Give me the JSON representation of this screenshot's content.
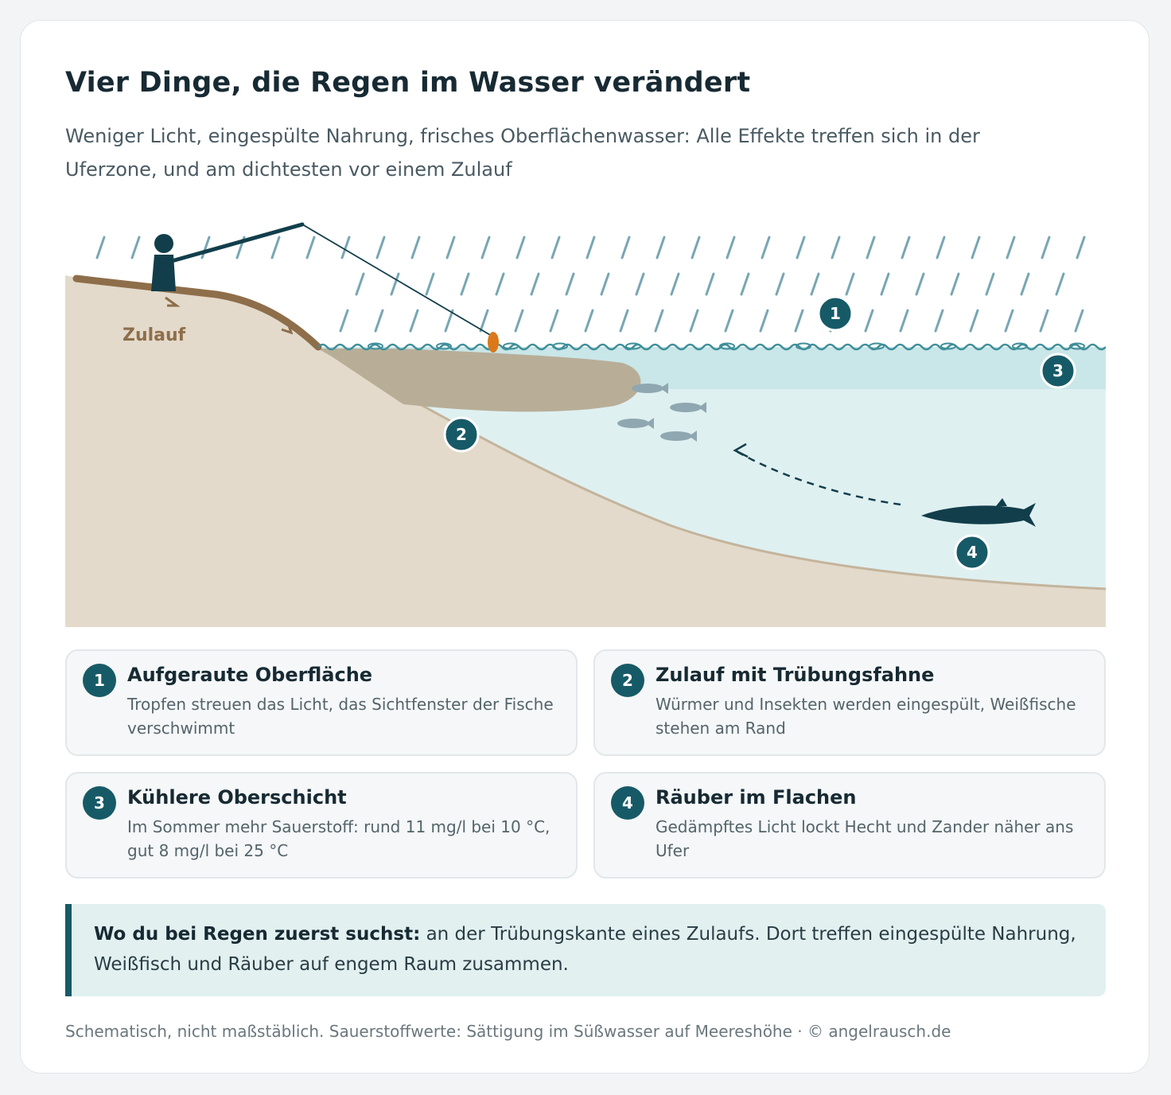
{
  "title": "Vier Dinge, die Regen im Wasser verändert",
  "subtitle": "Weniger Licht, eingespülte Nahrung, frisches Oberflächenwasser: Alle Effekte treffen sich in der Uferzone, und am dichtesten vor einem Zulauf",
  "scene": {
    "inlet_label": "Zulauf",
    "markers": [
      "1",
      "2",
      "3",
      "4"
    ]
  },
  "cards": [
    {
      "num": "1",
      "title": "Aufgeraute Oberfläche",
      "text": "Tropfen streuen das Licht, das Sichtfenster der Fische verschwimmt"
    },
    {
      "num": "2",
      "title": "Zulauf mit Trübungsfahne",
      "text": "Würmer und Insekten werden eingespült, Weißfische stehen am Rand"
    },
    {
      "num": "3",
      "title": "Kühlere Oberschicht",
      "text": "Im Sommer mehr Sauerstoff: rund 11 mg/l bei 10 °C, gut 8 mg/l bei 25 °C"
    },
    {
      "num": "4",
      "title": "Räuber im Flachen",
      "text": "Gedämpftes Licht lockt Hecht und Zander näher ans Ufer"
    }
  ],
  "callout": {
    "bold": "Wo du bei Regen zuerst suchst:",
    "text": " an der Trübungskante eines Zulaufs. Dort treffen eingespülte Nahrung, Weißfisch und Räuber auf engem Raum zusammen."
  },
  "footnote": "Schematisch, nicht maßstäblich. Sauerstoffwerte: Sättigung im Süßwasser auf Meereshöhe · © angelrausch.de",
  "colors": {
    "accent": "#175a67",
    "water": "#dff0f1",
    "surface_layer": "#c9e6e8",
    "ground": "#e3dacb",
    "turbidity": "#b8ae98",
    "stream": "#8e6e4a",
    "rain": "#78a6b2",
    "float": "#d9791a",
    "baitfish": "#8fa7b0",
    "predator": "#123e4b"
  }
}
